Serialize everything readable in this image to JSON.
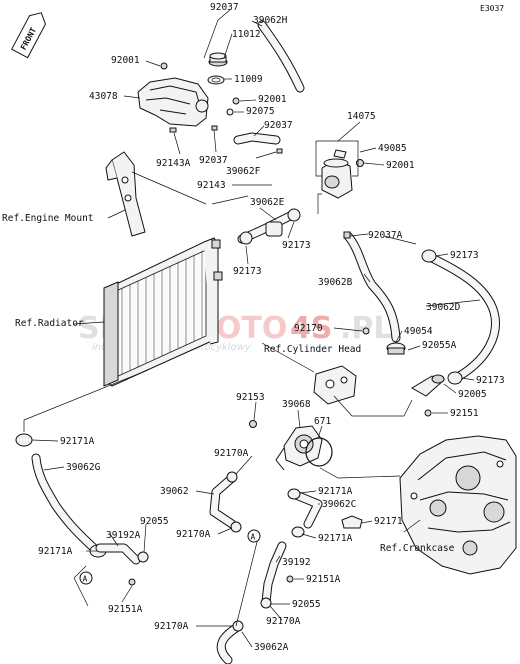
{
  "diagram_code": "E3037",
  "front_badge": "FRONT",
  "refs": {
    "engine_mount": "Ref.Engine Mount",
    "radiator": "Ref.Radiator",
    "cylinder_head": "Ref.Cylinder Head",
    "crankcase": "Ref.Crankcase"
  },
  "callouts": [
    "A",
    "A"
  ],
  "watermark": {
    "brand_a": "SKLEP",
    "brand_b": "MOTO",
    "brand_c": "4S",
    "brand_d": ".PL",
    "tagline": "internetowy sklep motocyklowy"
  },
  "part_numbers": {
    "p92037_top": "92037",
    "p39062H": "39062H",
    "p92001_a": "92001",
    "p11012": "11012",
    "p11009": "11009",
    "p43078": "43078",
    "p92001_b": "92001",
    "p92075": "92075",
    "p92037_mid": "92037",
    "p14075": "14075",
    "p49085": "49085",
    "p92001_c": "92001",
    "p92143A": "92143A",
    "p92037_low": "92037",
    "p39062F": "39062F",
    "p92143": "92143",
    "p39062E": "39062E",
    "p92037A": "92037A",
    "p92173_a": "92173",
    "p92173_b": "92173",
    "p92173_c": "92173",
    "p39062B": "39062B",
    "p39062D": "39062D",
    "p92170_a": "92170",
    "p49054": "49054",
    "p92055A": "92055A",
    "p92173_d": "92173",
    "p92005": "92005",
    "p92151": "92151",
    "p92153": "92153",
    "p39068": "39068",
    "p671": "671",
    "p92171A_a": "92171A",
    "p39062G": "39062G",
    "p92170A_a": "92170A",
    "p39062": "39062",
    "p92171A_b": "92171A",
    "p39062C": "39062C",
    "p92171": "92171",
    "p92171A_c": "92171A",
    "p92055_a": "92055",
    "p39192A": "39192A",
    "p92170A_b": "92170A",
    "p92171A_d": "92171A",
    "p39192": "39192",
    "p92151A_a": "92151A",
    "p92151A_b": "92151A",
    "p92055_b": "92055",
    "p92170A_c": "92170A",
    "p92170A_d": "92170A",
    "p39062A": "39062A"
  }
}
